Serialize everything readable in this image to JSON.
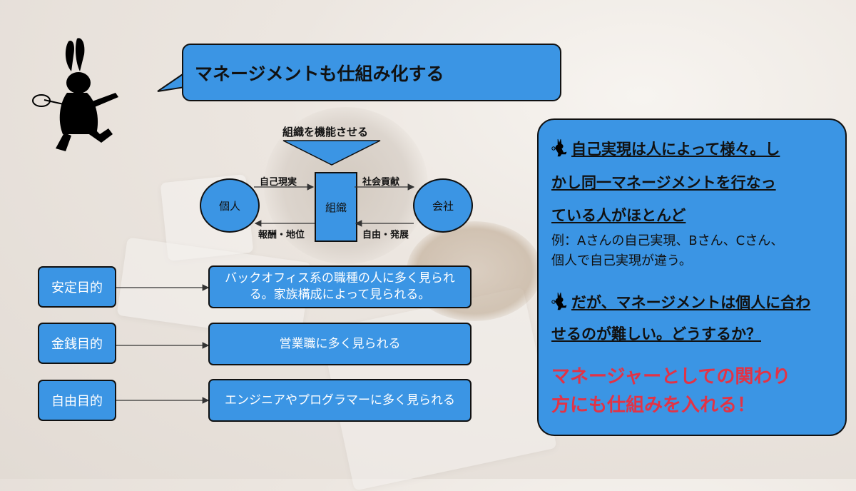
{
  "title": "マネージメントも仕組み化する",
  "diagram": {
    "top_label": "組織を機能させる",
    "individual": "個人",
    "organization": "組織",
    "company": "会社",
    "arrow_self_realization": "自己現実",
    "arrow_reward": "報酬・地位",
    "arrow_social": "社会貢献",
    "arrow_freedom": "自由・発展"
  },
  "purposes": [
    {
      "label": "安定目的",
      "description": "バックオフィス系の職種の人に多く見られる。家族構成によって見られる。"
    },
    {
      "label": "金銭目的",
      "description": "営業職に多く見られる"
    },
    {
      "label": "自由目的",
      "description": "エンジニアやプログラマーに多く見られる"
    }
  ],
  "panel": {
    "point1_lines": [
      "自己実現は人によって様々。し",
      "かし同一マネージメントを行なっ",
      "ている人がほとんど"
    ],
    "example_lines": [
      "例：Aさんの自己実現、Bさん、Cさん、",
      "個人で自己実現が違う。"
    ],
    "point2_lines": [
      "だが、マネージメントは個人に合わ",
      "せるのが難しい。どうするか？"
    ],
    "conclusion_lines": [
      "マネージャーとしての関わり",
      "方にも仕組みを入れる！"
    ]
  },
  "colors": {
    "box_blue": "#3b95e4",
    "accent_red": "#e23346",
    "outline": "#111111"
  }
}
